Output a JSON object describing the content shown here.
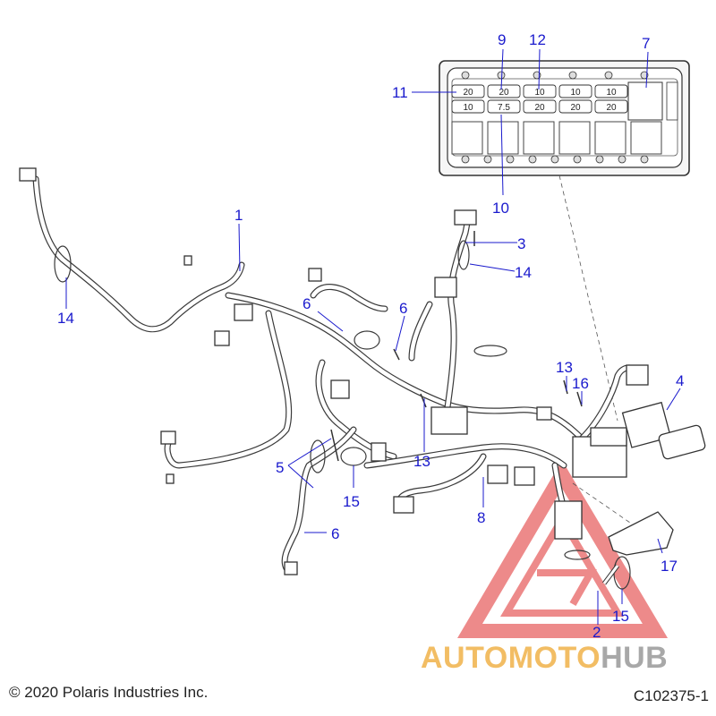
{
  "callouts": [
    "1",
    "2",
    "3",
    "4",
    "5",
    "6",
    "6",
    "6",
    "7",
    "8",
    "9",
    "10",
    "11",
    "12",
    "13",
    "13",
    "14",
    "14",
    "15",
    "15",
    "16",
    "17"
  ],
  "fuse_box": {
    "row1": [
      "20",
      "20",
      "10",
      "10",
      "10"
    ],
    "row2": [
      "10",
      "7.5",
      "20",
      "20",
      "20"
    ]
  },
  "footer": {
    "copyright": "© 2020 Polaris Industries Inc.",
    "figure_id": "C102375-1"
  },
  "watermark": {
    "part1": "AUTOMOTO",
    "part2": "HUB",
    "color_primary": "#f0b24a",
    "color_secondary": "#9a9a9a",
    "triangle_color": "#e65a5a"
  },
  "colors": {
    "callout": "#1a1acd",
    "line": "#3a3a3a"
  }
}
